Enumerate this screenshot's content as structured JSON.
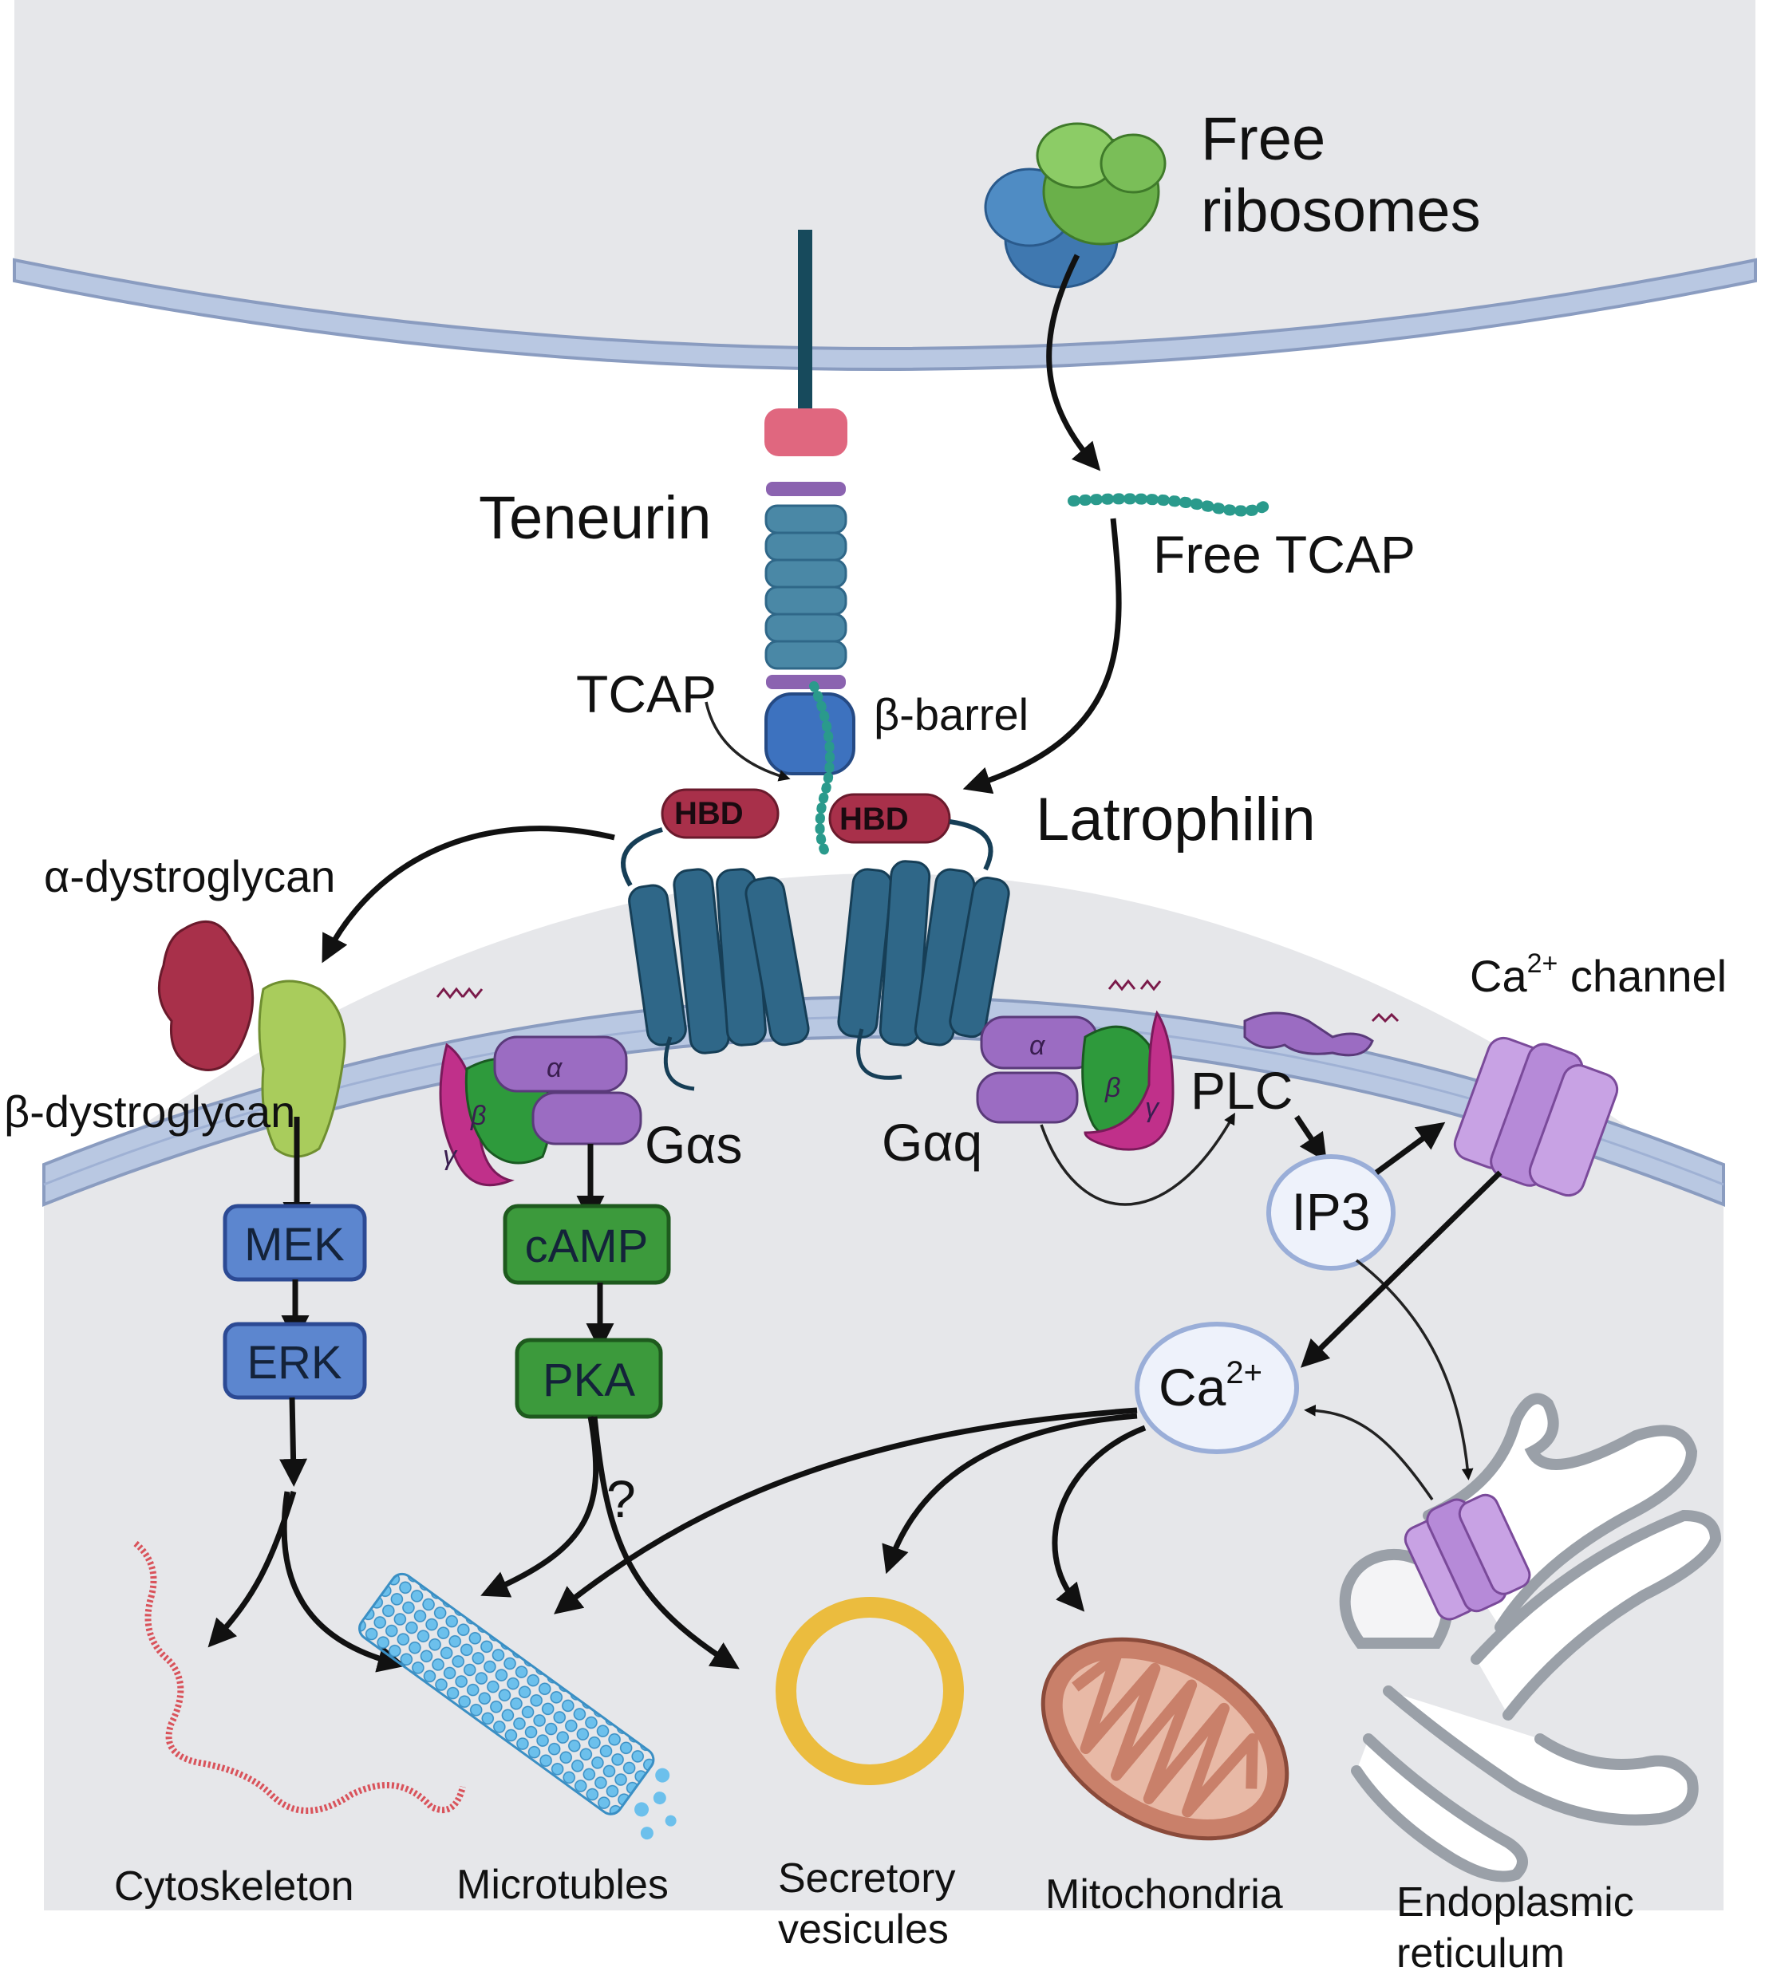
{
  "labels": {
    "free_ribosomes_line1": "Free",
    "free_ribosomes_line2": "ribosomes",
    "teneurin": "Teneurin",
    "free_tcap": "Free TCAP",
    "tcap": "TCAP",
    "beta_barrel": "β-barrel",
    "latrophilin": "Latrophilin",
    "hbd_left": "HBD",
    "hbd_right": "HBD",
    "alpha_dystroglycan": "α-dystroglycan",
    "beta_dystroglycan": "β-dystroglycan",
    "g_alpha_s": "Gαs",
    "g_alpha_q": "Gαq",
    "plc": "PLC",
    "ip3": "IP3",
    "ca_channel_base": "Ca",
    "ca_channel_sup": "2+",
    "ca_channel_rest": " channel",
    "ca_base": "Ca",
    "ca_sup": "2+",
    "mek": "MEK",
    "erk": "ERK",
    "camp": "cAMP",
    "pka": "PKA",
    "question": "?",
    "greek_alpha": "α",
    "greek_beta": "β",
    "greek_gamma": "γ",
    "cytoskeleton": "Cytoskeleton",
    "microtubles": "Microtubles",
    "secretory_line1": "Secretory",
    "secretory_line2": "vesicules",
    "mitochondria": "Mitochondria",
    "er_line1": "Endoplasmic",
    "er_line2": "reticulum"
  },
  "colors": {
    "cytoplasm": "#e6e7ea",
    "membrane": "#b9c8e2",
    "membrane_edge": "#8a9cc0",
    "teneurin_stalk": "#174a5c",
    "teneurin_repeats": "#4a88a6",
    "teneurin_pink": "#e0677f",
    "teneurin_purple": "#8b63b0",
    "beta_barrel": "#3d72bf",
    "tcap_beads": "#2a9a8c",
    "hbd": "#a8304a",
    "gpcr": "#2f6788",
    "g_alpha": "#9b6cc2",
    "g_beta": "#2e9a3c",
    "g_gamma": "#c0308a",
    "mek_erk": "#5c86cf",
    "camp_pka": "#3c9a3c",
    "ca_channel": "#c8a2e4",
    "vesicle": "#ebbc3e",
    "mitochondria": "#c9806a",
    "microtubule": "#5ab0e0",
    "cytoskeleton": "#d9535b",
    "alpha_dystroglycan": "#a8304a",
    "beta_dystroglycan": "#a9cc5c",
    "ribosome_green": "#6ab04a",
    "ribosome_blue": "#3f78b0"
  },
  "icons": {
    "ribosome": "ribosome-icon",
    "microtubule": "microtubule-icon",
    "mitochondrion": "mitochondrion-icon",
    "endoplasmic_reticulum": "er-icon",
    "vesicle": "vesicle-icon"
  }
}
